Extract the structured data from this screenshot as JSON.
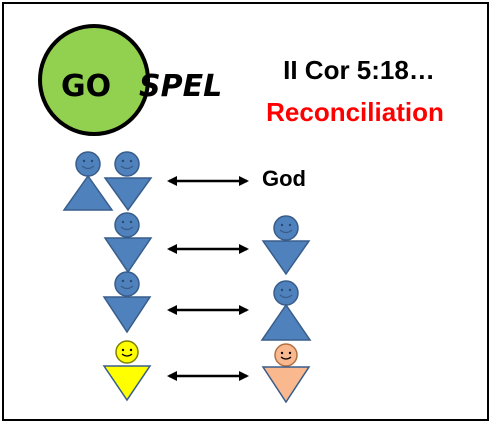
{
  "logo": {
    "part1": "GO",
    "part2": "SPEL",
    "circle_color": "#92d050",
    "border_color": "#000000"
  },
  "title": "II Cor 5:18…",
  "subtitle": "Reconciliation",
  "subtitle_color": "#ff0000",
  "rows": [
    {
      "label": "God"
    }
  ],
  "colors": {
    "blue_figure": "#4f81bd",
    "blue_stroke": "#385d8a",
    "yellow_figure": "#ffff00",
    "peach_figure": "#fab88f",
    "arrow": "#000000"
  },
  "icons": [
    "person-icon",
    "double-arrow-icon",
    "smiley-face-icon"
  ]
}
